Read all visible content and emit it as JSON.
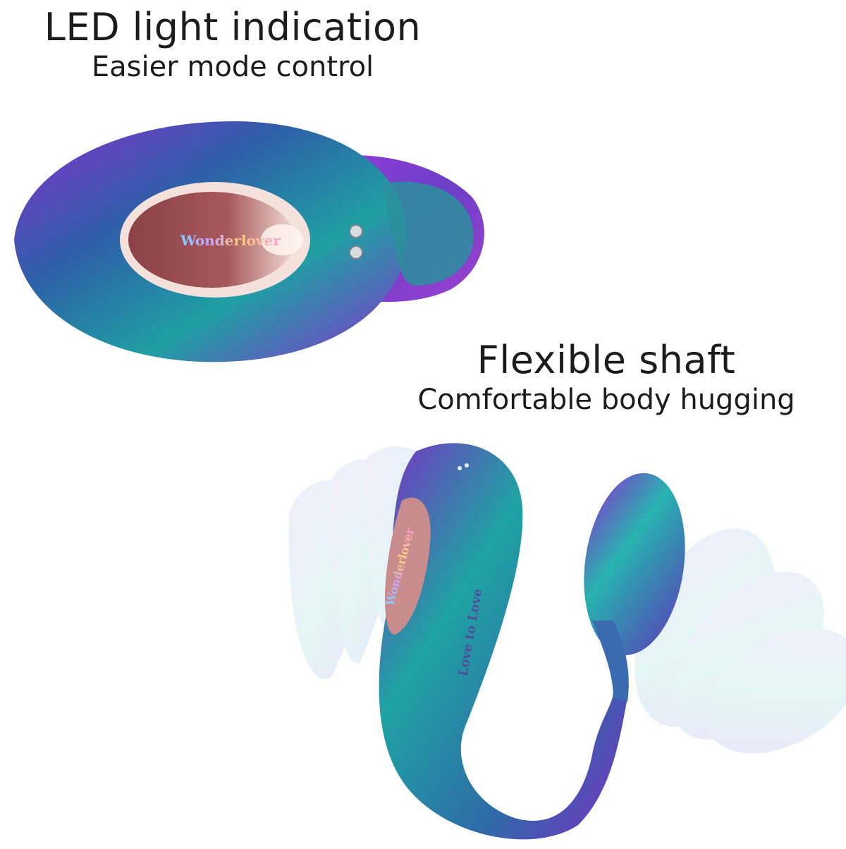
{
  "features": {
    "led": {
      "title": "LED light indication",
      "subtitle": "Easier mode control"
    },
    "shaft": {
      "title": "Flexible shaft",
      "subtitle": "Comfortable body hugging"
    }
  },
  "product": {
    "brand": "Wonderlover",
    "engraving": "Love to Love"
  },
  "colors": {
    "purple": "#7a2fc4",
    "teal": "#1fa3a3",
    "blue": "#2f6aa8",
    "rose": "#9a4e52",
    "cream": "#f3ded8"
  }
}
